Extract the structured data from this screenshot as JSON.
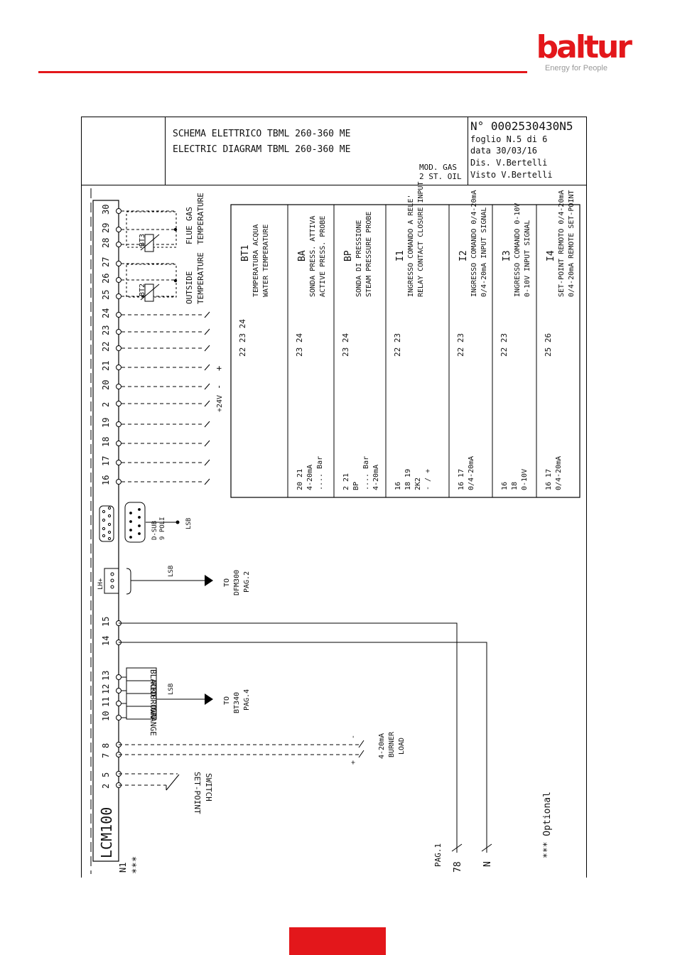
{
  "brand": {
    "name": "baltur",
    "tagline": "Energy for People",
    "accent_color": "#e3171b"
  },
  "title_block": {
    "title_it": "SCHEMA ELETTRICO TBML 260-360 ME",
    "title_en": "ELECTRIC DIAGRAM TBML 260-360 ME",
    "model_line1": "MOD. GAS",
    "model_line2": "2 ST. OIL",
    "doc_number": "N° 0002530430N5",
    "sheet": "foglio N.5 di 6",
    "date": "data 30/03/16",
    "drawn_by": "Dis. V.Bertelli",
    "checked_by": "Visto V.Bertelli"
  },
  "module": {
    "name": "LCM100",
    "ref": "N1",
    "optional_marker": "***",
    "optional_note": "*** Optional"
  },
  "terminals": [
    "30",
    "29",
    "28",
    "27",
    "26",
    "25",
    "24",
    "23",
    "22",
    "21",
    "20",
    "2",
    "19",
    "18",
    "17",
    "16",
    "15",
    "14",
    "13",
    "12",
    "11",
    "10",
    "8",
    "7",
    "5",
    "2"
  ],
  "sensors": {
    "bt3": "BT3",
    "bt2": "BT2",
    "flue_gas": [
      "FLUE GAS",
      "TEMPERATURE"
    ],
    "outside": [
      "OUTSIDE",
      "TEMPERATURE"
    ],
    "supply": "+24V",
    "minus": "-",
    "plus": "+"
  },
  "connectors": {
    "dsub": [
      "D-SUB",
      "9 POLI"
    ],
    "lsb": "LSB",
    "lh": "LH+",
    "dfm_ref": [
      "TO",
      "DFM300",
      "PAG.2"
    ],
    "bt340_ref": [
      "TO",
      "BT340",
      "PAG.4"
    ],
    "wire_colors": [
      "BLACK",
      "RED",
      "BROWN",
      "ORANGE"
    ]
  },
  "load": {
    "label": [
      "4-20mA",
      "BURNER",
      "LOAD"
    ],
    "setpoint_switch": [
      "SET-POINT",
      "SWITCH"
    ]
  },
  "page_ref": {
    "pag": "PAG.1",
    "line78": "78",
    "lineN": "N"
  },
  "input_table": [
    {
      "code": "BT1",
      "line1": "TEMPERATURA ACQUA",
      "line2": "WATER TEMPERATURE",
      "terminals": "22 23 24"
    },
    {
      "code": "BA",
      "line1": "SONDA PRESS. ATTIVA",
      "line2": "ACTIVE PRESS. PROBE",
      "terminals": "23 24",
      "extra": [
        "20 21",
        "4-20mA",
        ".... Bar"
      ]
    },
    {
      "code": "BP",
      "line1": "SONDA DI PRESSIONE",
      "line2": "STEAM PRESSURE PROBE",
      "terminals": "23 24",
      "extra": [
        "2 21",
        "BP",
        ".... Bar",
        "4-20mA"
      ]
    },
    {
      "code": "I1",
      "line1": "INGRESSO COMANDO A RELE'",
      "line2": "RELAY CONTACT CLOSURE INPUT",
      "terminals": "22 23",
      "extra": [
        "16",
        "18 19",
        "2K2",
        "- / +"
      ]
    },
    {
      "code": "I2",
      "line1": "INGRESSO COMANDO 0/4-20mA",
      "line2": "0/4-20mA INPUT SIGNAL",
      "terminals": "22 23",
      "extra": [
        "16 17",
        "0/4-20mA"
      ]
    },
    {
      "code": "I3",
      "line1": "INGRESSO COMANDO 0-10V",
      "line2": "0-10V INPUT SIGNAL",
      "terminals": "22 23",
      "extra": [
        "16",
        "18",
        "0-10V"
      ]
    },
    {
      "code": "I4",
      "line1": "SET-POINT REMOTO 0/4-20mA",
      "line2": "0/4-20mA REMOTE SET-POINT",
      "terminals": "25 26",
      "extra": [
        "16 17",
        "0/4-20mA"
      ]
    }
  ]
}
